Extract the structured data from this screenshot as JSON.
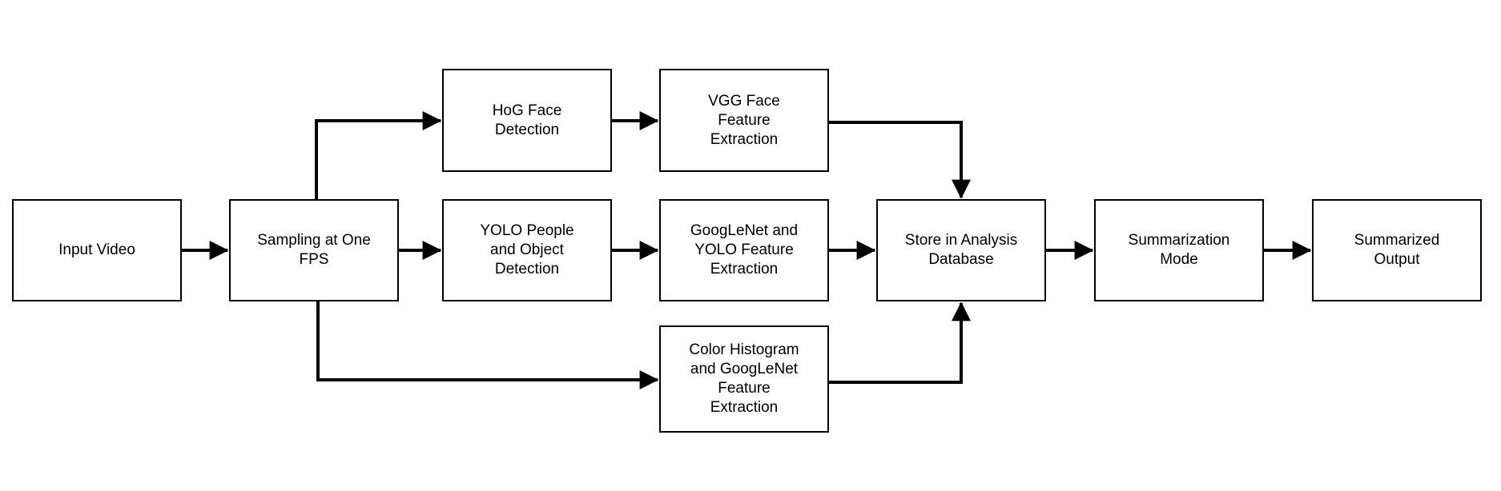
{
  "diagram": {
    "nodes": {
      "input_video": "Input Video",
      "sampling": "Sampling at One\nFPS",
      "hog_face": "HoG Face\nDetection",
      "yolo_detection": "YOLO People\nand Object\nDetection",
      "vgg_face": "VGG Face\nFeature\nExtraction",
      "googlenet_yolo": "GoogLeNet and\nYOLO Feature\nExtraction",
      "color_histogram": "Color Histogram\nand GoogLeNet\nFeature\nExtraction",
      "store": "Store in Analysis\nDatabase",
      "summarization_mode": "Summarization\nMode",
      "summarized_output": "Summarized\nOutput"
    },
    "edges": [
      {
        "from": "input_video",
        "to": "sampling"
      },
      {
        "from": "sampling",
        "to": "hog_face"
      },
      {
        "from": "sampling",
        "to": "yolo_detection"
      },
      {
        "from": "sampling",
        "to": "color_histogram"
      },
      {
        "from": "hog_face",
        "to": "vgg_face"
      },
      {
        "from": "yolo_detection",
        "to": "googlenet_yolo"
      },
      {
        "from": "vgg_face",
        "to": "store"
      },
      {
        "from": "googlenet_yolo",
        "to": "store"
      },
      {
        "from": "color_histogram",
        "to": "store"
      },
      {
        "from": "store",
        "to": "summarization_mode"
      },
      {
        "from": "summarization_mode",
        "to": "summarized_output"
      }
    ],
    "colors": {
      "stroke": "#000000",
      "background": "#ffffff"
    }
  }
}
